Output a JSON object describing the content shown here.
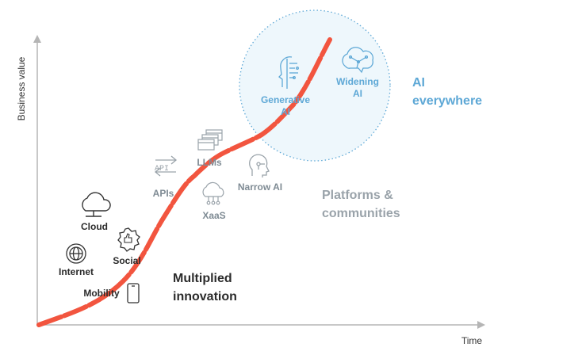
{
  "axes": {
    "y_label": "Business value",
    "x_label": "Time"
  },
  "technologies": {
    "mobility": "Mobility",
    "internet": "Internet",
    "cloud": "Cloud",
    "social": "Social",
    "apis": "APIs",
    "api_tag": "API",
    "llms": "LLMs",
    "xaas": "XaaS",
    "narrow_ai": "Narrow AI",
    "generative_ai_line1": "Generative",
    "generative_ai_line2": "AI",
    "widening_ai_line1": "Widening",
    "widening_ai_line2": "AI"
  },
  "phases": {
    "multiplied_line1": "Multiplied",
    "multiplied_line2": "innovation",
    "platforms_line1": "Platforms &",
    "platforms_line2": "communities",
    "ai_line1": "AI",
    "ai_line2": "everywhere"
  },
  "colors": {
    "curve": "#f2553f",
    "axis": "#b5b5b5",
    "icon": "#333333",
    "muted_icon": "#9aa3aa",
    "ai_blue": "#5ea8d6",
    "circle_fill": "#eef7fc",
    "dark_text": "#2b2b2b",
    "muted_text": "#7f8b94"
  }
}
